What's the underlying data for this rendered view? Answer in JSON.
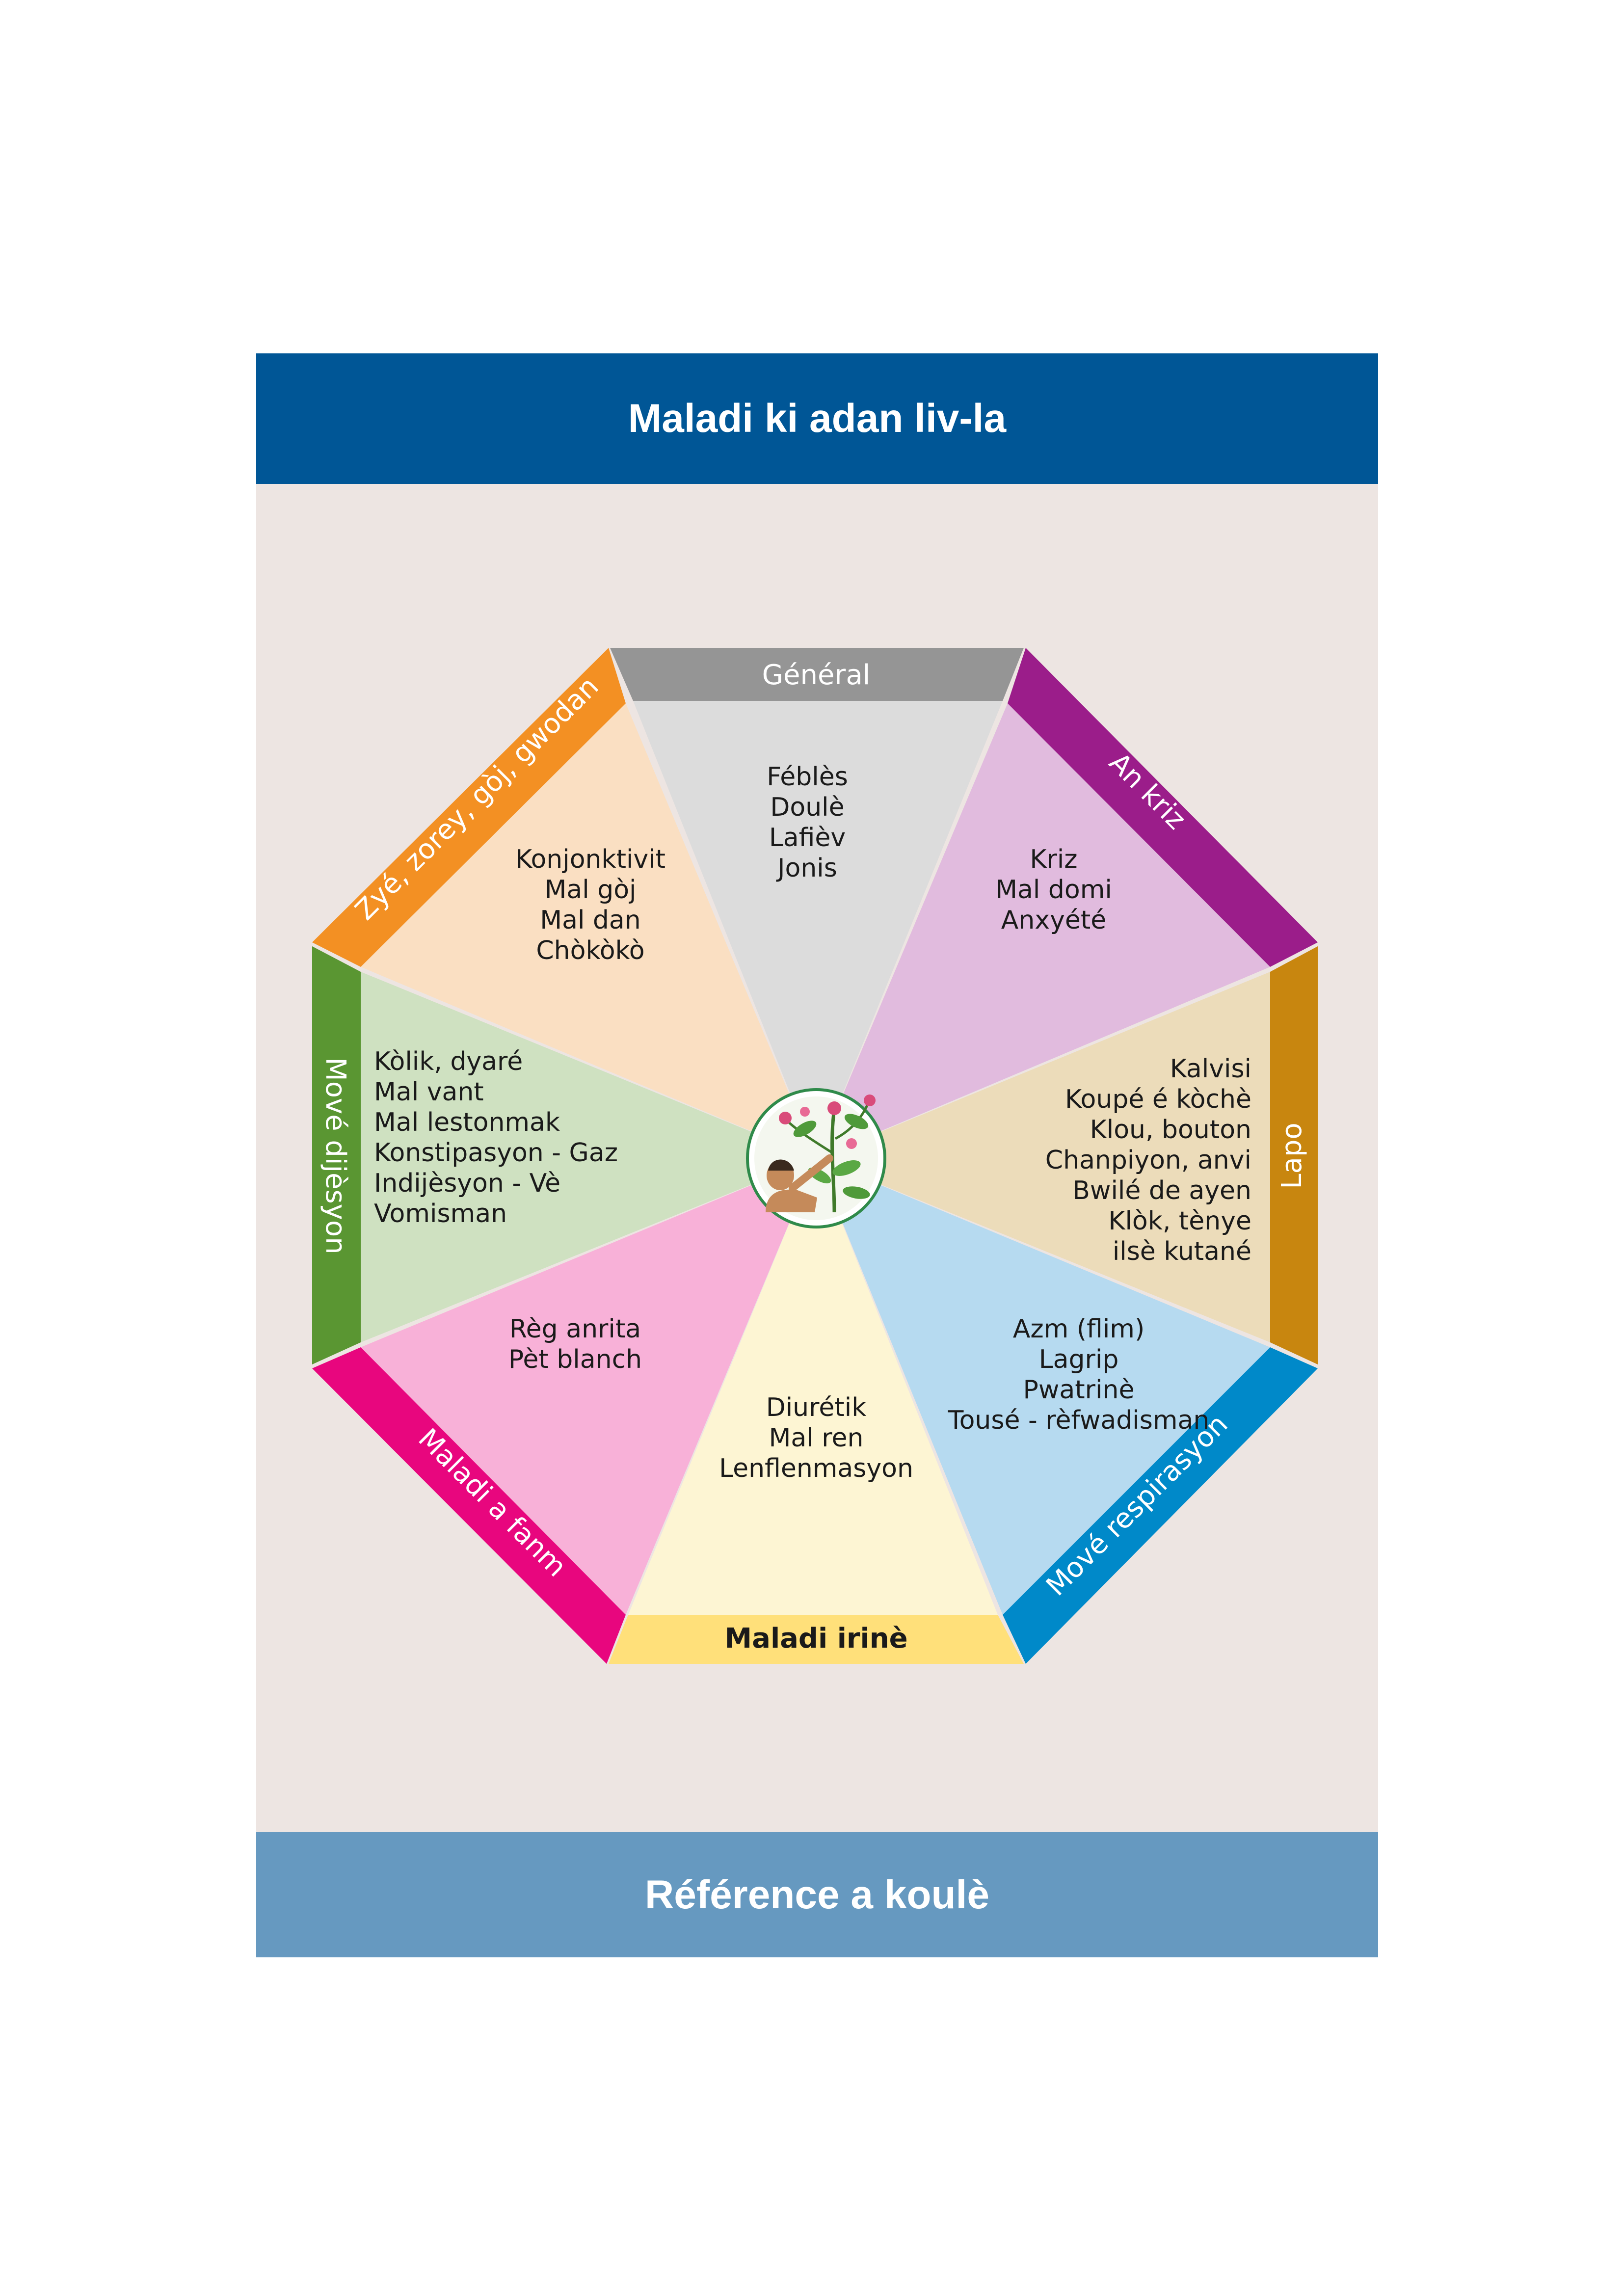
{
  "header": {
    "title": "Maladi ki adan liv-la"
  },
  "footer": {
    "title": "Référence a koulè"
  },
  "center": {
    "icon": "plant-gatherer-icon"
  },
  "sections": {
    "general": {
      "label": "Général",
      "items": [
        "Féblès",
        "Doulè",
        "Lafièv",
        "Jonis"
      ],
      "border_color": "#959595",
      "fill_color": "#dcdcdc"
    },
    "ankriz": {
      "label": "An kriz",
      "items": [
        "Kriz",
        "Mal domi",
        "Anxyété"
      ],
      "border_color": "#9b1d8a",
      "fill_color": "#e1bbde"
    },
    "lapo": {
      "label": "Lapo",
      "items": [
        "Kalvisi",
        "Koupé é kòchè",
        "Klou, bouton",
        "Chanpiyon, anvi",
        "Bwilé de ayen",
        "Klòk, tènye",
        "ilsè kutané"
      ],
      "border_color": "#c8860f",
      "fill_color": "#ecdcba"
    },
    "respirasyon": {
      "label": "Mové respirasyon",
      "items": [
        "Azm (flim)",
        "Lagrip",
        "Pwatrinè",
        "Tousé - rèfwadisman"
      ],
      "border_color": "#0089c9",
      "fill_color": "#b6daf0"
    },
    "irine": {
      "label": "Maladi irinè",
      "items": [
        "Diurétik",
        "Mal ren",
        "Lenflenmasyon"
      ],
      "border_color": "#ffe07a",
      "fill_color": "#fdf5d3"
    },
    "fanm": {
      "label": "Maladi a fanm",
      "items": [
        "Règ anrita",
        "Pèt blanch"
      ],
      "border_color": "#e8067e",
      "fill_color": "#f8b1d8"
    },
    "dijesyon": {
      "label": "Mové dijèsyon",
      "items": [
        "Kòlik, dyaré",
        "Mal vant",
        "Mal lestonmak",
        "Konstipasyon - Gaz",
        "Indijèsyon - Vè",
        "Vomisman"
      ],
      "border_color": "#5a9632",
      "fill_color": "#cfe1c1"
    },
    "zye": {
      "label": "Zyé, zorey, gòj, gwodan",
      "items": [
        "Konjonktivit",
        "Mal gòj",
        "Mal dan",
        "Chòkòkò"
      ],
      "border_color": "#f39023",
      "fill_color": "#fadfc2"
    }
  }
}
